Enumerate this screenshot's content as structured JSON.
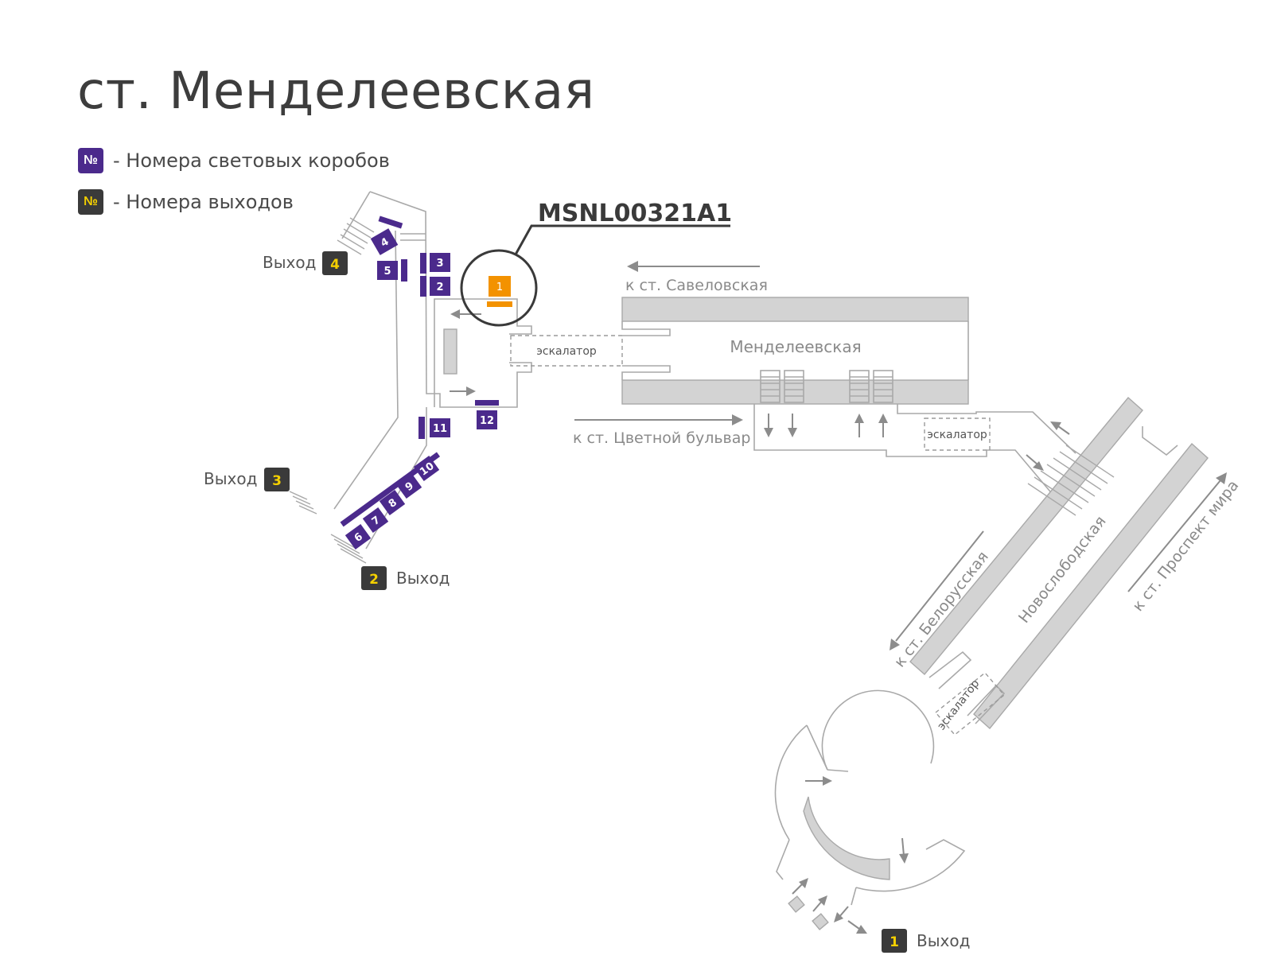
{
  "title": "ст. Менделеевская",
  "legend": {
    "box_symbol": "№",
    "box_label": "- Номера световых коробов",
    "exit_symbol": "№",
    "exit_label": "- Номера выходов",
    "box_color": "#4b2a8c",
    "exit_color": "#3a3a3a",
    "exit_text_color": "#f4d000"
  },
  "highlight": {
    "code": "MSNL00321A1",
    "number": "1",
    "color": "#f39200"
  },
  "exits": [
    {
      "label": "Выход",
      "number": "4"
    },
    {
      "label": "Выход",
      "number": "3"
    },
    {
      "label": "Выход",
      "number": "2"
    },
    {
      "label": "Выход",
      "number": "1"
    }
  ],
  "boxes": [
    "2",
    "3",
    "4",
    "5",
    "6",
    "7",
    "8",
    "9",
    "10",
    "11",
    "12"
  ],
  "labels": {
    "escalator": "эскалатор",
    "station_mendeleevskaya": "Менделеевская",
    "station_novoslobodskaya": "Новослободская",
    "to_savelovskaya": "к ст. Савеловская",
    "to_tsvetnoy": "к ст. Цветной бульвар",
    "to_belorusskaya": "к ст. Белорусская",
    "to_prospekt_mira": "к ст. Проспект мира"
  },
  "icons": [
    "arrow-icon",
    "stairs-icon"
  ]
}
